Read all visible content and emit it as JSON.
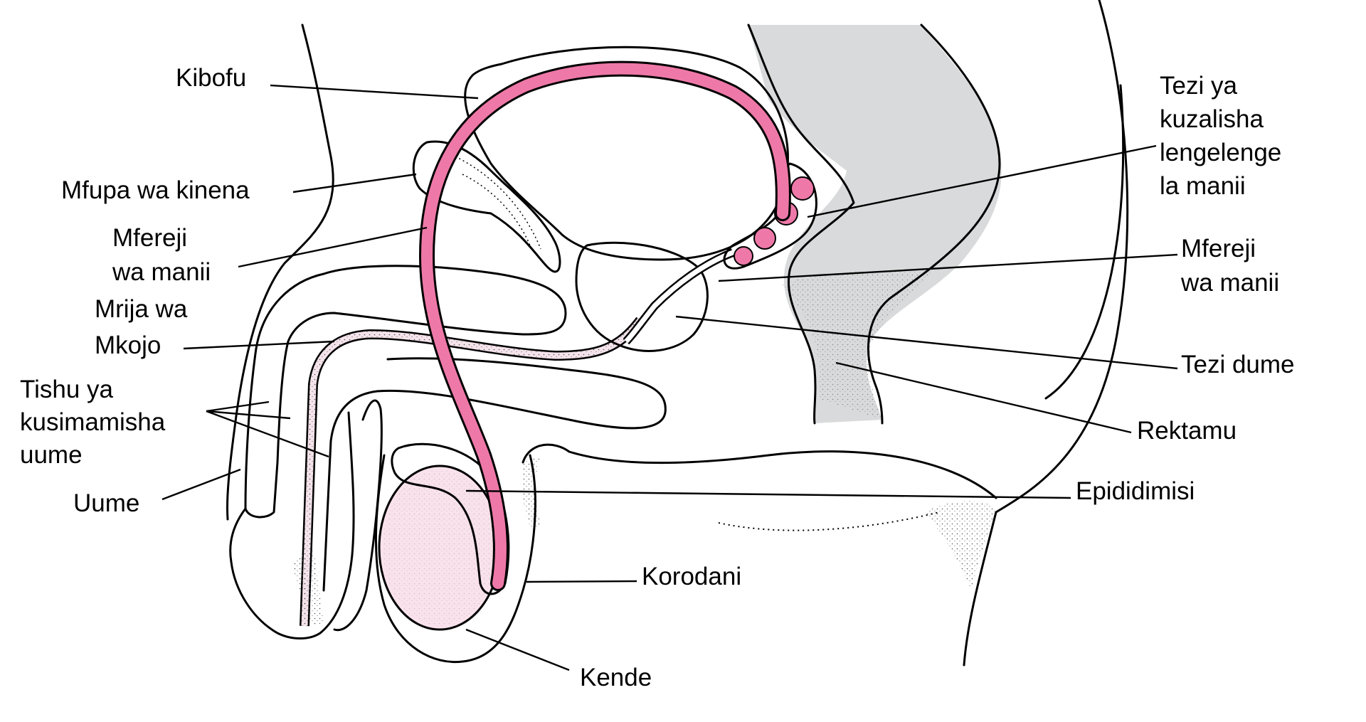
{
  "colors": {
    "organ_gray": "#d9dadb",
    "duct_pink": "#ee79a8",
    "tissue_pink": "#e0afc3",
    "testis_pink": "#f9e2eb",
    "epididymis_pink": "#efb3cb",
    "prostate_pink": "#f3c9d9",
    "line": "#000000"
  },
  "labels": {
    "kibofu": "Kibofu",
    "mfupa_wa_kinena": "Mfupa wa kinena",
    "mfereji_left_1": "Mfereji",
    "mfereji_left_2": "wa manii",
    "mrija_1": "Mrija wa",
    "mrija_2": "Mkojo",
    "tishu_1": "Tishu ya",
    "tishu_2": "kusimamisha",
    "tishu_3": "uume",
    "uume": "Uume",
    "tezi_ya_1": "Tezi ya",
    "tezi_ya_2": "kuzalisha",
    "tezi_ya_3": "lengelenge",
    "tezi_ya_4": "la manii",
    "mfereji_right_1": "Mfereji",
    "mfereji_right_2": "wa manii",
    "tezi_dume": "Tezi dume",
    "rektamu": "Rektamu",
    "epididimisi": "Epididimisi",
    "korodani": "Korodani",
    "kende": "Kende"
  }
}
